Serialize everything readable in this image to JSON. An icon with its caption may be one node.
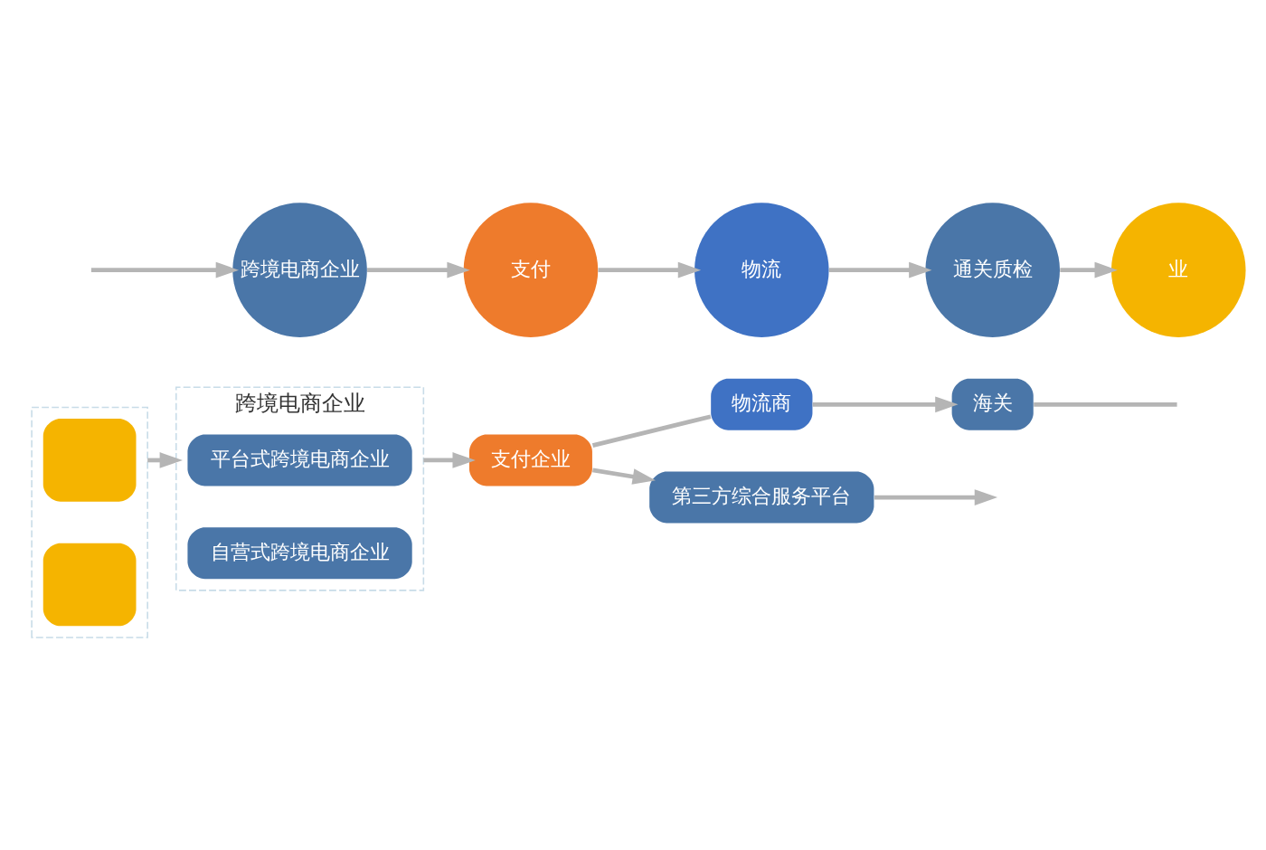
{
  "diagram": {
    "nodes": [
      {
        "text": [],
        "shape": "box"
      },
      {
        "text": [],
        "shape": "box",
        "in": 0
      },
      {
        "text": [],
        "shape": "box",
        "in": 0
      },
      {
        "text": [
          "跨境电商企业"
        ]
      },
      {
        "text": [
          "平台式跨境电商企业"
        ],
        "in": 3
      },
      {
        "text": [
          "自营式跨境电商企业"
        ],
        "in": 3
      },
      {
        "text": [
          "支付企业"
        ]
      },
      {
        "text": [
          "物流商"
        ]
      },
      {
        "text": [
          "海关"
        ]
      },
      {
        "text": [
          "第三方综合服务平台"
        ]
      },
      {
        "text": [
          "业"
        ]
      },
      {
        "text": [
          "通关质检"
        ]
      },
      {
        "text": [
          "物流"
        ]
      },
      {
        "text": [
          "支付"
        ]
      },
      {
        "text": [
          "跨境电商企业"
        ]
      }
    ],
    "edges": [
      {
        "from": 0,
        "to": 3,
        "arrow": "to"
      },
      {
        "from": 3,
        "to": 6,
        "arrow": "to"
      },
      {
        "from": 6,
        "to": 7,
        "arrow": "none"
      },
      {
        "from": 7,
        "to": 8,
        "arrow": "to"
      },
      {
        "from": 6,
        "to": 9,
        "arrow": "to"
      },
      {
        "from": 8,
        "to": null,
        "arrow": "none"
      },
      {
        "from": 9,
        "to": null,
        "arrow": "to"
      },
      {
        "from": null,
        "to": 14,
        "arrow": "to"
      },
      {
        "from": 14,
        "to": 13,
        "arrow": "to"
      },
      {
        "from": 13,
        "to": 12,
        "arrow": "to"
      },
      {
        "from": 12,
        "to": 11,
        "arrow": "to"
      },
      {
        "from": 11,
        "to": 10,
        "arrow": "to"
      }
    ]
  }
}
